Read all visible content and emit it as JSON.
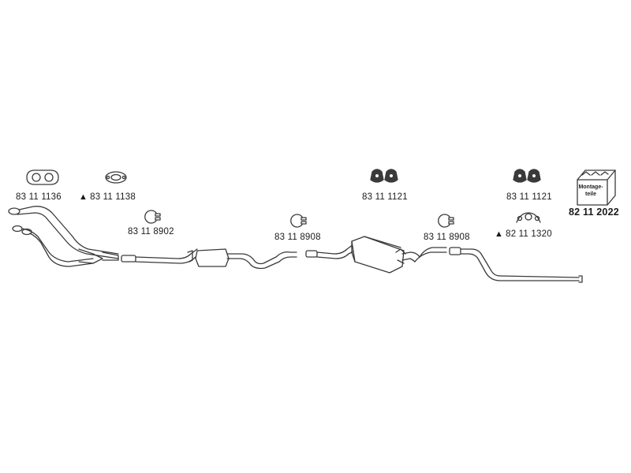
{
  "parts": [
    {
      "id": "gasket-1",
      "number": "83 11 1136",
      "warning": false
    },
    {
      "id": "gasket-2",
      "number": "83 11 1138",
      "warning": true
    },
    {
      "id": "clamp-1",
      "number": "83 11 8902",
      "warning": false
    },
    {
      "id": "clamp-2",
      "number": "83 11 8908",
      "warning": false
    },
    {
      "id": "rubber-mount-1",
      "number": "83 11 1121",
      "warning": false
    },
    {
      "id": "clamp-3",
      "number": "83 11 8908",
      "warning": false
    },
    {
      "id": "rubber-mount-2",
      "number": "83 11 1121",
      "warning": false
    },
    {
      "id": "hanger-bracket",
      "number": "82 11 1320",
      "warning": true
    },
    {
      "id": "mounting-kit",
      "number": "82 11 2022",
      "warning": false
    }
  ],
  "mounting_kit_label": [
    "Montage-",
    "teile"
  ],
  "warning_symbol": "▲",
  "colors": {
    "line": "#3a3a3a",
    "fill": "#ffffff",
    "shade": "#d9d9d9"
  }
}
